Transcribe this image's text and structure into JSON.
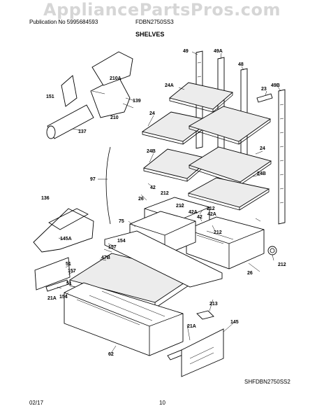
{
  "watermark": "AppliancePartsPros.com",
  "header": {
    "publication": "Publication No  5995684593",
    "model": "FDBN2750SS3",
    "section": "SHELVES"
  },
  "part_labels": [
    "49",
    "49A",
    "48",
    "24A",
    "23",
    "49B",
    "210A",
    "151",
    "139",
    "210",
    "137",
    "24",
    "24B",
    "24",
    "24B",
    "97",
    "42",
    "212",
    "136",
    "26",
    "212",
    "42A",
    "42",
    "212",
    "42A",
    "75",
    "212",
    "145A",
    "154",
    "157",
    "47B",
    "51",
    "157",
    "212",
    "26",
    "51",
    "21A",
    "154",
    "213",
    "145",
    "21A",
    "62"
  ],
  "diagram_code": "SHFDBN2750SS2",
  "footer": {
    "date": "02/17",
    "page": "10"
  }
}
